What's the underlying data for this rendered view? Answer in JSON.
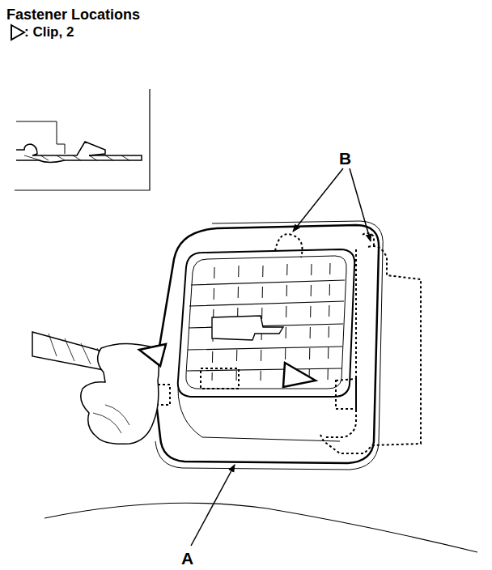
{
  "diagram": {
    "title": "Fastener Locations",
    "labels": [
      ": Clip, 2",
      "B",
      "A"
    ]
  }
}
